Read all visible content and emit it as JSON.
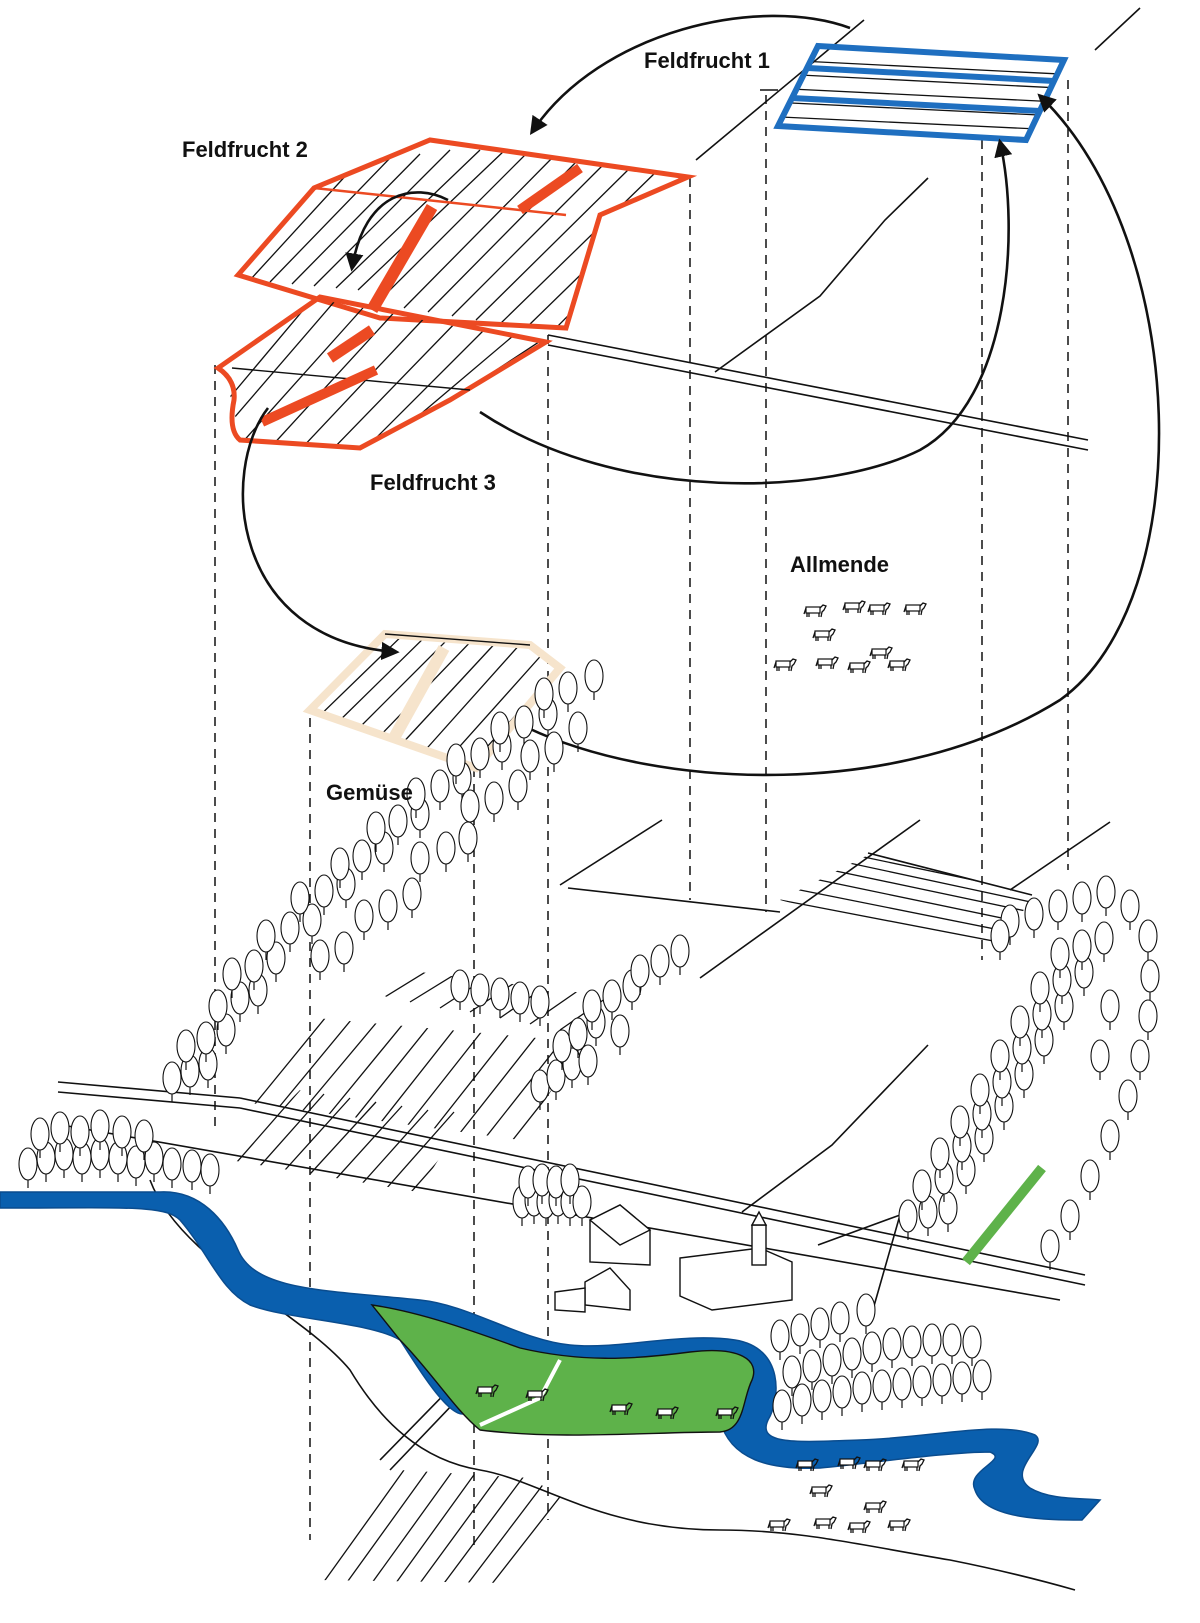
{
  "labels": {
    "crop1": "Feldfrucht 1",
    "crop2": "Feldfrucht 2",
    "crop3": "Feldfrucht 3",
    "commons": "Allmende",
    "vegetables": "Gemüse"
  },
  "colors": {
    "crop1": "#1f6fc0",
    "crop2_3": "#ec4a22",
    "vegetables": "#f6e4cc",
    "meadow": "#5eb24a",
    "river": "#0a5fae",
    "line": "#111111"
  },
  "icons": {
    "arrow": "rotation-arrow",
    "cow": "cow-icon",
    "tree": "tree-icon",
    "building": "building-icon"
  }
}
